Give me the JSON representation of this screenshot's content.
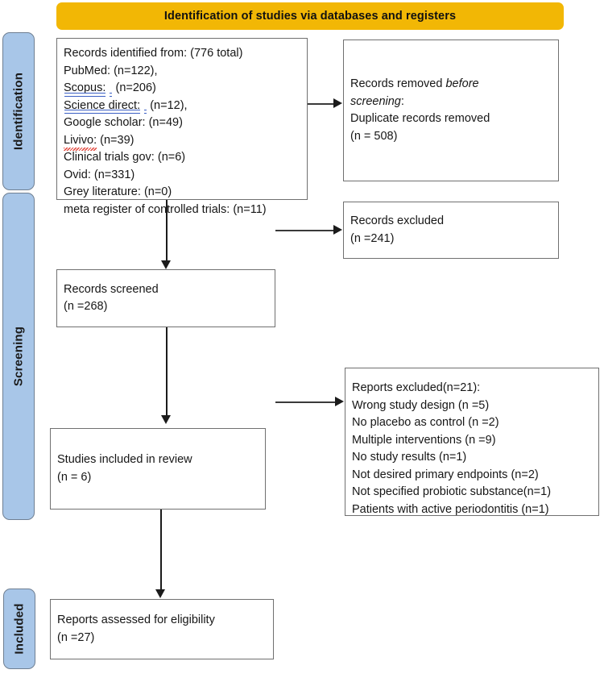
{
  "banner": {
    "title": "Identification of studies via databases and registers",
    "color": "#f2b705"
  },
  "stages": [
    {
      "id": "identification",
      "label": "Identification"
    },
    {
      "id": "screening",
      "label": "Screening"
    },
    {
      "id": "included",
      "label": "Included"
    }
  ],
  "colors": {
    "stage_tab_fill": "#a8c6e8",
    "stage_tab_border": "#6f7f92",
    "box_border": "#707070",
    "connector": "#1b1b1b",
    "spellcheck_red": "#e03b2f",
    "hyperlink_blue": "#3b5fc4"
  },
  "boxes": {
    "records_identified": {
      "title": "Records identified from: (776 total)",
      "sources": [
        {
          "name": "PubMed:",
          "count": "(n=122),"
        },
        {
          "name": "Scopus:",
          "count": "(n=206)"
        },
        {
          "name": "Science direct:",
          "count": "(n=12),"
        },
        {
          "name": "Google scholar:",
          "count": "(n=49)"
        },
        {
          "name": "Livivo:",
          "count": "(n=39)"
        },
        {
          "name": "Clinical trials gov:",
          "count": "(n=6)"
        },
        {
          "name": "Ovid:",
          "count": "(n=331)"
        },
        {
          "name": "Grey literature:",
          "count": "(n=0)"
        },
        {
          "name": "meta register of controlled trials:",
          "count": "(n=11)"
        }
      ]
    },
    "records_removed": {
      "line1_a": "Records removed ",
      "line1_b": "before",
      "line2_b": "screening",
      "line2_a": ":",
      "line3": "Duplicate records removed",
      "line4": "(n = 508)"
    },
    "records_excluded": {
      "line1": "Records excluded",
      "line2": "(n =241)"
    },
    "records_screened": {
      "line1": "Records screened",
      "line2": "(n =268)"
    },
    "reports_excluded": {
      "lines": [
        "Reports excluded(n=21):",
        "Wrong study design (n =5)",
        "No placebo as control (n =2)",
        "Multiple interventions (n =9)",
        "No study results (n=1)",
        "Not desired primary endpoints (n=2)",
        "Not specified probiotic substance(n=1)",
        "Patients with active periodontitis (n=1)"
      ]
    },
    "studies_included": {
      "line1": "Studies included in review",
      "line2": "(n = 6)"
    },
    "reports_assessed": {
      "line1": "Reports assessed for eligibility",
      "line2": "(n =27)"
    }
  },
  "chart_data": {
    "type": "diagram",
    "title": "Identification of studies via databases and registers",
    "nodes": [
      {
        "id": "records_identified",
        "stage": "Identification",
        "total": 776,
        "breakdown": {
          "PubMed": 122,
          "Scopus": 206,
          "Science direct": 12,
          "Google scholar": 49,
          "Livivo": 39,
          "Clinical trials gov": 6,
          "Ovid": 331,
          "Grey literature": 0,
          "meta register of controlled trials": 11
        }
      },
      {
        "id": "records_removed",
        "stage": "Identification",
        "duplicates_removed": 508
      },
      {
        "id": "records_screened",
        "stage": "Screening",
        "n": 268
      },
      {
        "id": "records_excluded",
        "stage": "Screening",
        "n": 241
      },
      {
        "id": "reports_excluded",
        "stage": "Screening",
        "n": 21,
        "reasons": {
          "Wrong study design": 5,
          "No placebo as control": 2,
          "Multiple interventions": 9,
          "No study results": 1,
          "Not desired primary endpoints": 2,
          "Not specified probiotic substance": 1,
          "Patients with active periodontitis": 1
        }
      },
      {
        "id": "studies_included",
        "stage": "Screening",
        "n": 6
      },
      {
        "id": "reports_assessed",
        "stage": "Included",
        "n": 27
      }
    ]
  }
}
